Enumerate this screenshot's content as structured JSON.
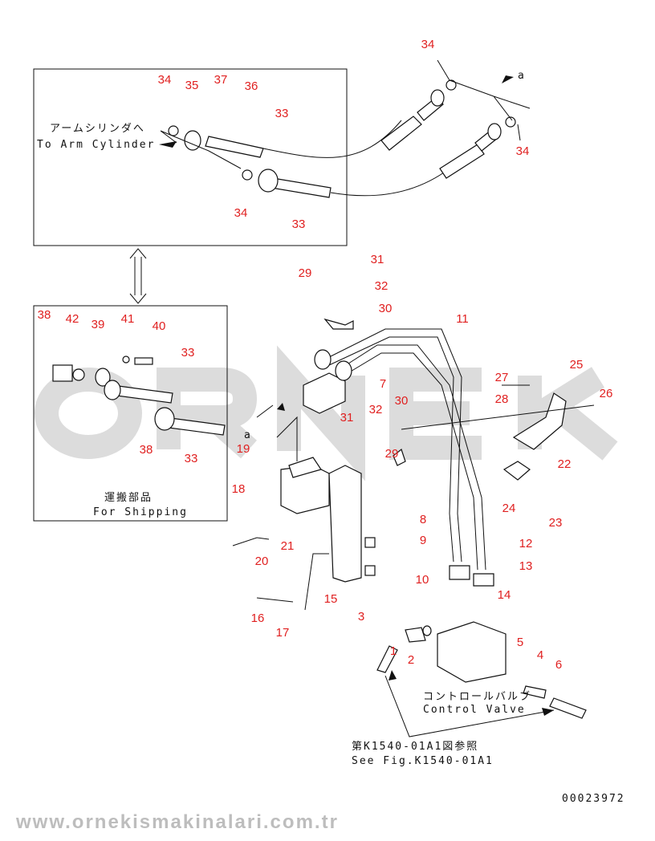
{
  "watermark": {
    "brand": "ORNEK",
    "url": "www.ornekismakinalari.com.tr"
  },
  "texts": {
    "to_arm_jp": "アームシリンダへ",
    "to_arm_en": "To Arm Cylinder",
    "shipping_jp": "運搬部品",
    "shipping_en": "For Shipping",
    "control_valve_jp": "コントロールバルブ",
    "control_valve_en": "Control Valve",
    "see_fig_jp": "第K1540-01A1図参照",
    "see_fig_en": "See Fig.K1540-01A1",
    "drawing_number": "00023972",
    "ref_a": "a"
  },
  "callouts": [
    "34",
    "34",
    "34",
    "35",
    "37",
    "36",
    "33",
    "34",
    "33",
    "38",
    "42",
    "39",
    "41",
    "40",
    "33",
    "38",
    "33",
    "29",
    "31",
    "32",
    "30",
    "11",
    "7",
    "27",
    "25",
    "28",
    "26",
    "30",
    "32",
    "31",
    "29",
    "19",
    "18",
    "22",
    "24",
    "23",
    "20",
    "21",
    "8",
    "9",
    "12",
    "13",
    "10",
    "14",
    "15",
    "16",
    "17",
    "3",
    "1",
    "2",
    "5",
    "4",
    "6"
  ],
  "colors": {
    "callout": "#e02020",
    "line": "#111111",
    "watermark": "#d8d8d8"
  }
}
